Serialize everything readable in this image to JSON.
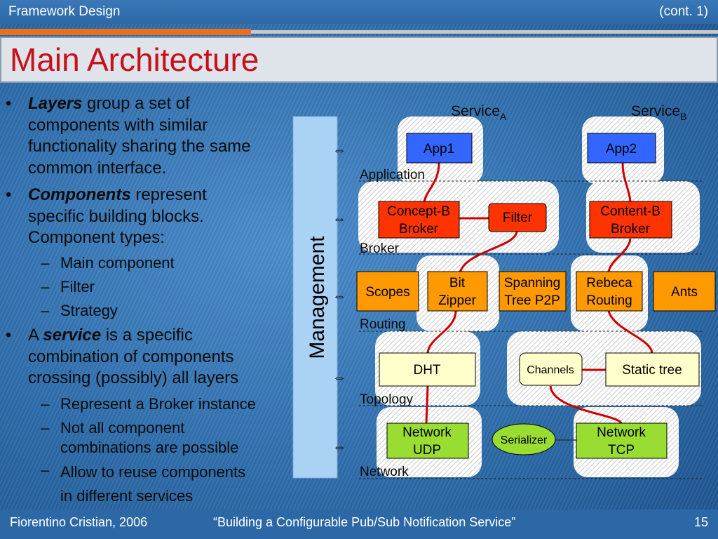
{
  "header": {
    "section": "Framework Design",
    "cont": "(cont. 1)"
  },
  "title": "Main Architecture",
  "bullets": {
    "layers": {
      "term": "Layers",
      "text1": " group a set of",
      "text2": "components with similar",
      "text3": "functionality sharing the same",
      "text4": "common interface."
    },
    "components": {
      "term": "Components",
      "text1": " represent",
      "text2": "specific building blocks.",
      "text3": "Component types:"
    },
    "component_types": [
      "Main component",
      "Filter",
      "Strategy"
    ],
    "service": {
      "pre": "A ",
      "term": "service",
      "text1": " is a specific",
      "text2": "combination of components",
      "text3": "crossing (possibly) all layers"
    },
    "service_notes": [
      "Represent a Broker instance",
      "Not all component",
      "combinations are possible",
      "Allow to reuse components",
      "in different services"
    ]
  },
  "diagram": {
    "management": "Management",
    "arrow_glyph": "⇔",
    "serviceA": {
      "base": "Service",
      "sub": "A"
    },
    "serviceB": {
      "base": "Service",
      "sub": "B"
    },
    "layers": [
      "Application",
      "Broker",
      "Routing",
      "Topology",
      "Network"
    ],
    "nodes": {
      "app1": "App1",
      "app2": "App2",
      "concept_b_1": "Concept-B",
      "concept_b_2": "Broker",
      "filter": "Filter",
      "content_b_1": "Content-B",
      "content_b_2": "Broker",
      "scopes": "Scopes",
      "bit_zipper_1": "Bit",
      "bit_zipper_2": "Zipper",
      "spanning_1": "Spanning",
      "spanning_2": "Tree P2P",
      "rebeca_1": "Rebeca",
      "rebeca_2": "Routing",
      "ants": "Ants",
      "dht": "DHT",
      "channels": "Channels",
      "static_tree": "Static tree",
      "net_udp_1": "Network",
      "net_udp_2": "UDP",
      "serializer": "Serializer",
      "net_tcp_1": "Network",
      "net_tcp_2": "TCP"
    },
    "colors": {
      "app": "#3366ff",
      "broker": "#ff3300",
      "routing": "#ff9900",
      "topology": "#ffffcc",
      "network": "#99dd33",
      "management": "#a9d2f5",
      "link": "#cc0000"
    }
  },
  "footer": {
    "author": "Fiorentino Cristian, 2006",
    "talk": "“Building a Configurable Pub/Sub Notification Service”",
    "page": "15"
  }
}
